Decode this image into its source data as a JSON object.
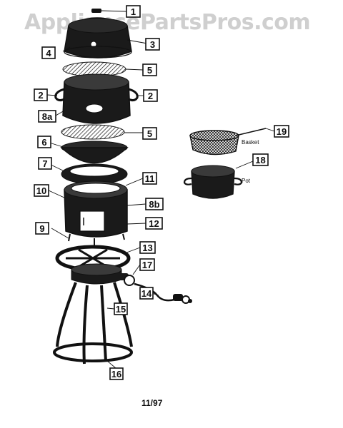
{
  "watermark": "AppliancePartsPros.com",
  "date_code": "11/97",
  "labels": {
    "basket": "Basket",
    "pot": "Pot"
  },
  "callouts": [
    "1",
    "3",
    "4",
    "5",
    "2",
    "2",
    "8a",
    "5",
    "19",
    "6",
    "18",
    "7",
    "11",
    "10",
    "8b",
    "9",
    "12",
    "13",
    "17",
    "14",
    "15",
    "16"
  ],
  "colors": {
    "ink": "#111111",
    "watermark": "#cfcfcf"
  }
}
